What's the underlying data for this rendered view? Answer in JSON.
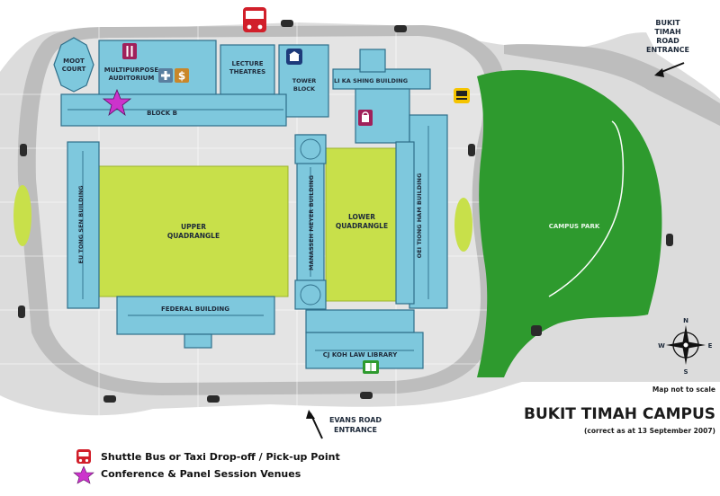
{
  "map": {
    "title": "BUKIT TIMAH CAMPUS",
    "subtitle": "(correct as at 13 September 2007)",
    "scale_note": "Map not to scale",
    "entrances": {
      "bukit_timah": [
        "BUKIT",
        "TIMAH",
        "ROAD",
        "ENTRANCE"
      ],
      "evans": [
        "EVANS ROAD",
        "ENTRANCE"
      ]
    },
    "buildings": {
      "moot_court": [
        "MOOT",
        "COURT"
      ],
      "multipurpose": [
        "MULTIPURPOSE",
        "AUDITORIUM"
      ],
      "lecture": [
        "LECTURE",
        "THEATRES"
      ],
      "tower": [
        "TOWER",
        "BLOCK"
      ],
      "li_ka_shing": "LI KA SHING BUILDING",
      "block_b": "BLOCK B",
      "eu_tong_sen": "EU TONG SEN BUILDING",
      "manasseh": "MANASSEH MEYER BUILDING",
      "oei_tiong_ham": "OEI TIONG HAM BUILDING",
      "federal": "FEDERAL BUILDING",
      "cj_koh": "CJ KOH LAW LIBRARY"
    },
    "areas": {
      "upper_quad": [
        "UPPER",
        "QUADRANGLE"
      ],
      "lower_quad": [
        "LOWER",
        "QUADRANGLE"
      ],
      "campus_park": "CAMPUS PARK"
    },
    "compass": [
      "N",
      "E",
      "S",
      "W"
    ],
    "colors": {
      "building": "#7ec8dd",
      "quadrangle": "#c8e04a",
      "park": "#2e9a2e",
      "road": "#d9d9d9",
      "bus_red": "#d11f2a",
      "star": "#cc33cc"
    },
    "icons": [
      "bus-icon",
      "bus-stop-icon",
      "restaurant-icon",
      "first-aid-icon",
      "atm-icon",
      "police-icon",
      "shop-icon",
      "library-icon",
      "star-icon",
      "compass-icon",
      "arrow-icon",
      "car-icon"
    ]
  },
  "legend": {
    "items": [
      {
        "icon": "bus-icon",
        "label": "Shuttle Bus or Taxi Drop-off / Pick-up Point"
      },
      {
        "icon": "star-icon",
        "label": "Conference & Panel Session Venues"
      }
    ]
  }
}
